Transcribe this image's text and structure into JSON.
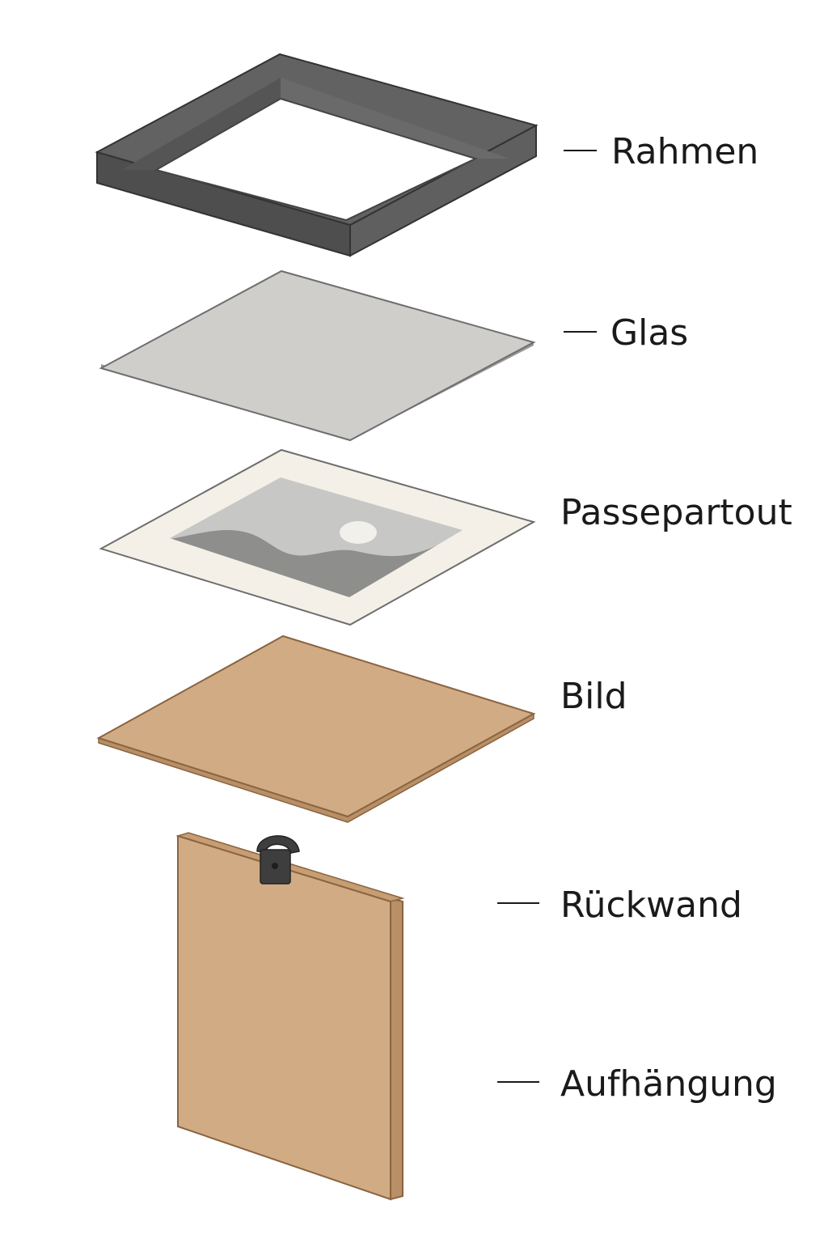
{
  "layers": [
    {
      "id": "rahmen",
      "label": "Rahmen"
    },
    {
      "id": "glas",
      "label": "Glas"
    },
    {
      "id": "passepartout",
      "label": "Passepartout"
    },
    {
      "id": "bild",
      "label": "Bild"
    },
    {
      "id": "rueckwand",
      "label": "Rückwand"
    },
    {
      "id": "aufhaengung",
      "label": "Aufhängung"
    }
  ],
  "colors": {
    "frame": "#5a5a5a",
    "frame_edge": "#3a3a3a",
    "glass": "#cfcecb",
    "glass_edge": "#6e6e6e",
    "mat": "#f4f0e8",
    "picture_bg": "#c7c7c5",
    "picture_hills": "#8e8e8c",
    "picture_sun": "#f2f0eb",
    "board": "#d1ab84",
    "board_side": "#b88f66",
    "board_edge": "#8a6440",
    "hanger": "#3e3e3e"
  }
}
